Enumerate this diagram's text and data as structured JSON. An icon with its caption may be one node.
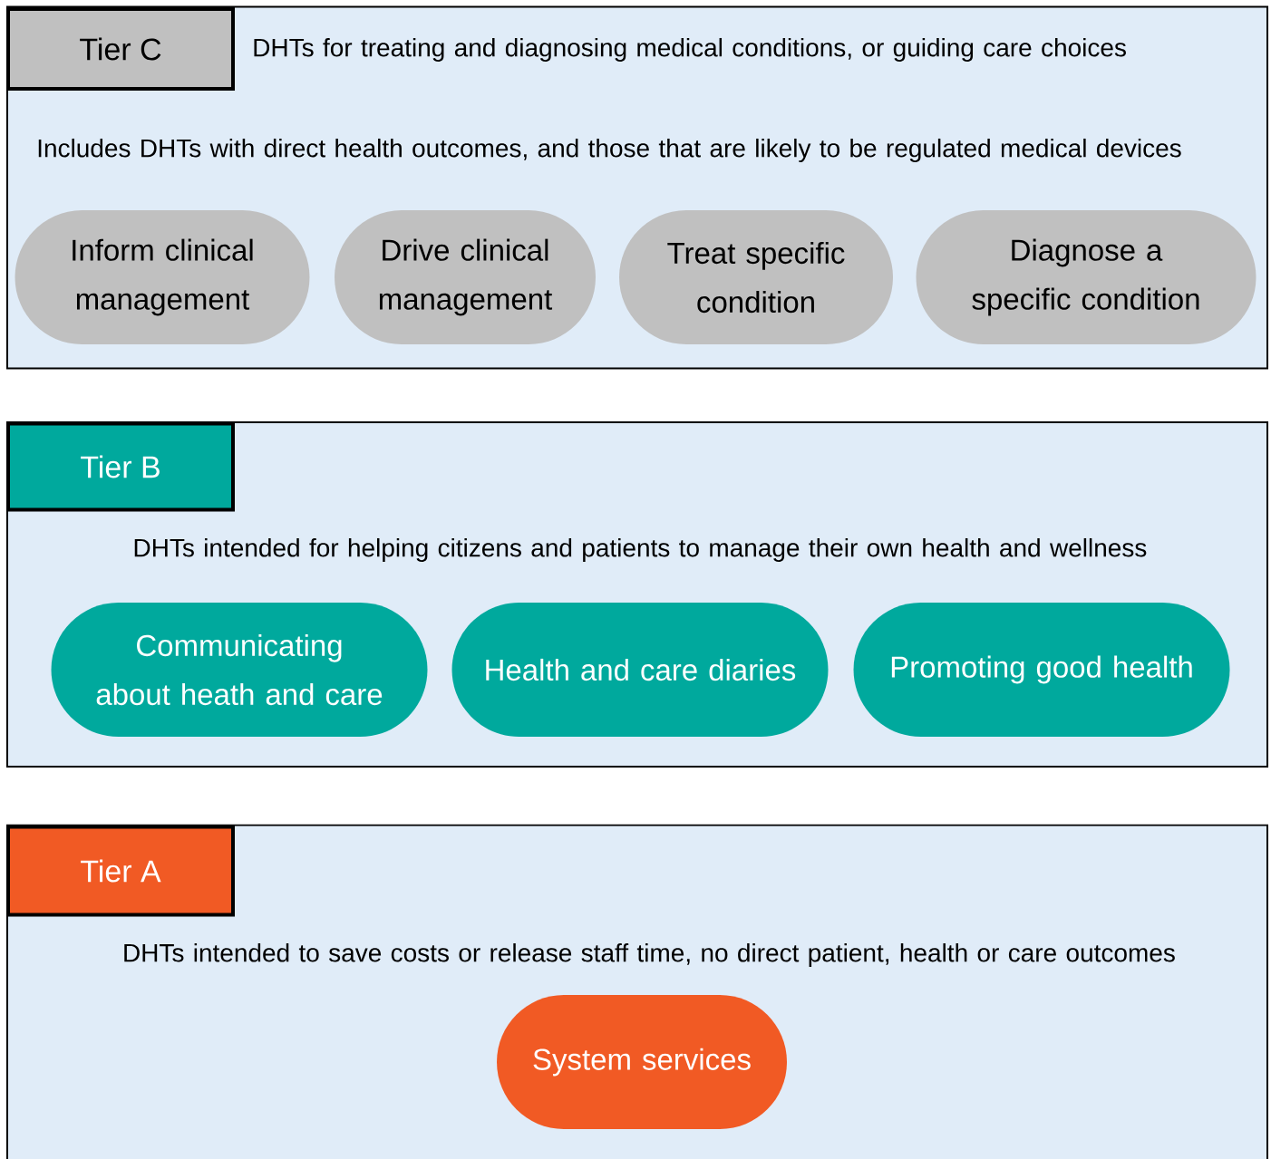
{
  "diagram": {
    "nodes": [
      {
        "text": [
          "DHTs for treating and diagnosing medical conditions, or guiding care choices",
          "Includes DHTs with direct health outcomes, and those that are likely to be regulated medical devices"
        ]
      },
      {
        "text": [
          "Tier C"
        ],
        "in": 0
      },
      {
        "text": [
          "Inform clinical management"
        ],
        "in": 0
      },
      {
        "text": [
          "Drive clinical management"
        ],
        "in": 0
      },
      {
        "text": [
          "Treat specific condition"
        ],
        "in": 0
      },
      {
        "text": [
          "Diagnose a specific condition"
        ],
        "in": 0
      },
      {
        "text": [
          "DHTs intended for helping citizens and patients to manage their own health and wellness"
        ]
      },
      {
        "text": [
          "Tier B"
        ],
        "in": 6
      },
      {
        "text": [
          "Communicating about heath and care"
        ],
        "in": 6
      },
      {
        "text": [
          "Health and care diaries"
        ],
        "in": 6
      },
      {
        "text": [
          "Promoting good health"
        ],
        "in": 6
      },
      {
        "text": [
          "DHTs intended to save costs or release staff time, no direct patient, health or care outcomes"
        ]
      },
      {
        "text": [
          "Tier A"
        ],
        "in": 11
      },
      {
        "text": [
          "System services"
        ],
        "in": 11
      }
    ]
  }
}
